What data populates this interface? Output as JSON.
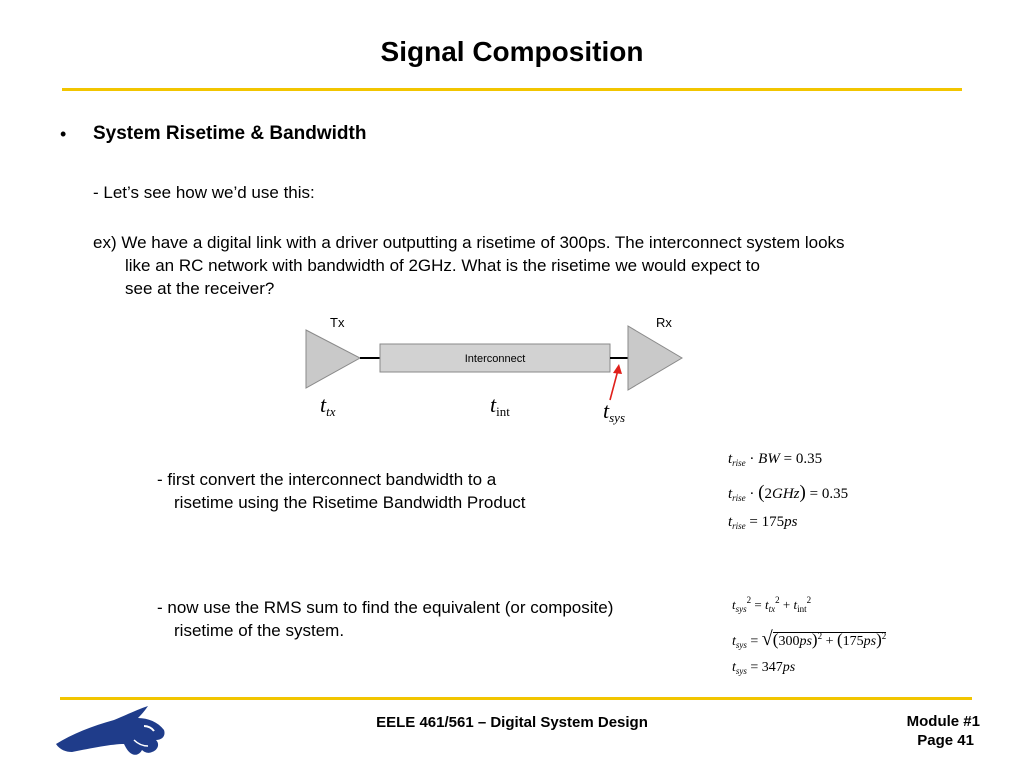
{
  "slide": {
    "title": "Signal Composition",
    "bullet_symbol": "•",
    "section_heading": "System Risetime & Bandwidth",
    "intro_line": "- Let’s see how we’d use this:",
    "example_lines": [
      "ex) We have a digital link with a driver outputting a risetime of 300ps.  The interconnect system looks",
      "like an RC network with bandwidth of 2GHz.  What is the risetime we would expect to",
      "see at the receiver?"
    ],
    "step1_lines": [
      "- first convert the interconnect bandwidth to a",
      "risetime using the Risetime Bandwidth Product"
    ],
    "step2_lines": [
      "- now use the RMS sum to find the equivalent (or composite)",
      "risetime of the system."
    ]
  },
  "diagram": {
    "tx_label": "Tx",
    "rx_label": "Rx",
    "interconnect_label": "Interconnect",
    "t_symbol": "t",
    "tx_sub": "tx",
    "int_sub": "int",
    "sys_sub": "sys"
  },
  "equations": {
    "eq1": {
      "var": "t",
      "sub": "rise",
      "op": "·",
      "rhs_var": "BW",
      "eq": "=",
      "value": "0.35"
    },
    "eq2": {
      "var": "t",
      "sub": "rise",
      "op": "·",
      "open": "(",
      "num": "2",
      "unit": "GHz",
      "close": ")",
      "eq": "=",
      "value": "0.35"
    },
    "eq3": {
      "var": "t",
      "sub": "rise",
      "eq": "=",
      "num": "175",
      "unit": "ps"
    },
    "eq4": {
      "var": "t",
      "sub_sys": "sys",
      "sub_tx": "tx",
      "sub_int": "int",
      "sup": "2",
      "eq": "=",
      "plus": "+"
    },
    "eq5": {
      "var": "t",
      "sub": "sys",
      "eq": "=",
      "a": "300",
      "b": "175",
      "unit": "ps",
      "sup": "2",
      "plus": "+",
      "open": "(",
      "close": ")"
    },
    "eq6": {
      "var": "t",
      "sub": "sys",
      "eq": "=",
      "num": "347",
      "unit": "ps"
    }
  },
  "footer": {
    "course": "EELE 461/561 – Digital System Design",
    "module": "Module #1",
    "page": "Page 41"
  },
  "colors": {
    "accent_rule": "#f2c500",
    "logo": "#1f3c8a",
    "arrow": "#e0201b"
  }
}
